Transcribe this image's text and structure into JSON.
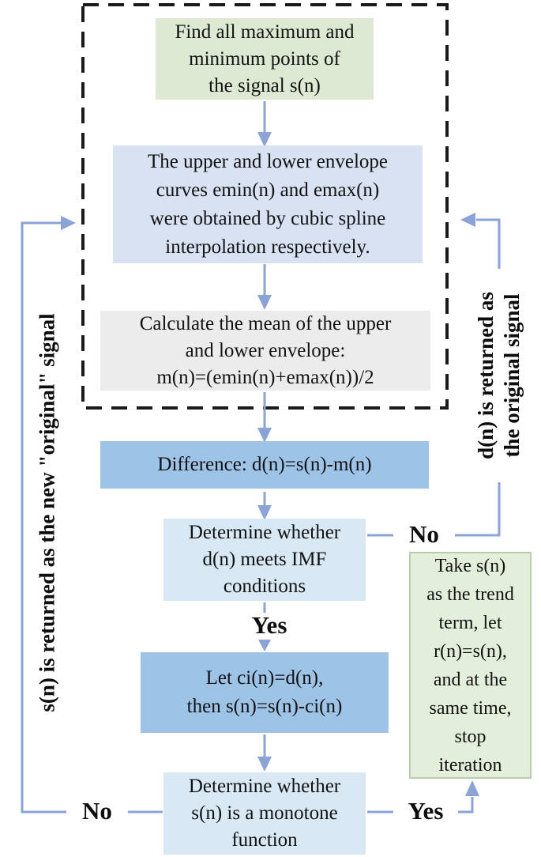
{
  "colors": {
    "background": "#ffffff",
    "arrow_accent": "#8ca3d8",
    "dashed_border": "#1a1a1a",
    "box_green": "#dde9d3",
    "box_periwinkle": "#d9e2f3",
    "box_gray": "#ececec",
    "box_blue": "#9dc3e6",
    "box_lightblue": "#d8e8f5",
    "box_trend_green": "#e4efdb",
    "text": "#0d0d0d"
  },
  "diagram": {
    "boxes": {
      "find_extrema": {
        "text": "Find all maximum and\nminimum points of\nthe signal s(n)"
      },
      "envelopes": {
        "text": "The upper and lower envelope\ncurves emin(n) and emax(n)\nwere obtained by cubic spline\ninterpolation respectively."
      },
      "mean": {
        "text": "Calculate the mean of the upper\nand lower envelope:\nm(n)=(emin(n)+emax(n))/2"
      },
      "difference": {
        "text": "Difference: d(n)=s(n)-m(n)"
      },
      "imf_check": {
        "text": "Determine whether\nd(n) meets IMF\nconditions"
      },
      "update": {
        "text": "Let ci(n)=d(n),\nthen s(n)=s(n)-ci(n)"
      },
      "monotone_check": {
        "text": "Determine whether\ns(n) is a monotone\nfunction"
      },
      "trend": {
        "text": "Take s(n)\nas the trend\nterm, let\nr(n)=s(n),\nand at the\nsame time,\nstop\niteration"
      }
    },
    "labels": {
      "imf_no": "No",
      "imf_yes": "Yes",
      "monotone_no": "No",
      "monotone_yes": "Yes",
      "left_feedback": "s(n) is returned as the new \"original\" signal",
      "right_feedback": "d(n) is returned as\nthe original signal"
    }
  }
}
